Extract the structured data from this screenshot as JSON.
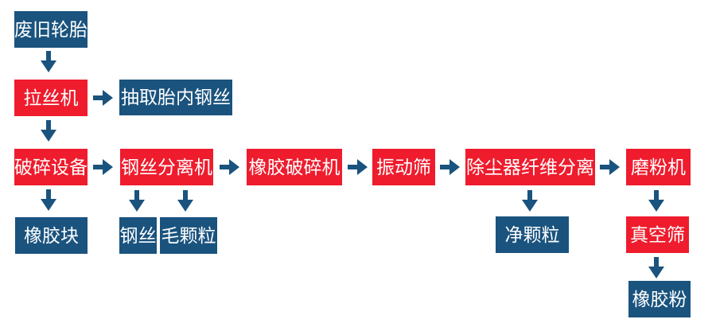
{
  "colors": {
    "process_box": "#ee1c2d",
    "material_box": "#1a537e",
    "arrow": "#1a537e",
    "text": "#ffffff",
    "background": "#ffffff"
  },
  "icons": {
    "arrow_down": "arrow-down-icon",
    "arrow_right": "arrow-right-icon"
  },
  "nodes": [
    {
      "label": "废旧轮胎",
      "type": "material"
    },
    {
      "label": "拉丝机",
      "type": "process"
    },
    {
      "label": "抽取胎内钢丝",
      "type": "material"
    },
    {
      "label": "破碎设备",
      "type": "process"
    },
    {
      "label": "钢丝分离机",
      "type": "process"
    },
    {
      "label": "橡胶破碎机",
      "type": "process"
    },
    {
      "label": "振动筛",
      "type": "process"
    },
    {
      "label": "除尘器纤维分离",
      "type": "process"
    },
    {
      "label": "磨粉机",
      "type": "process"
    },
    {
      "label": "橡胶块",
      "type": "material"
    },
    {
      "label": "钢丝",
      "type": "material"
    },
    {
      "label": "毛颗粒",
      "type": "material"
    },
    {
      "label": "净颗粒",
      "type": "material"
    },
    {
      "label": "真空筛",
      "type": "process"
    },
    {
      "label": "橡胶粉",
      "type": "material"
    }
  ],
  "flow_edges": [
    "废旧轮胎→拉丝机",
    "拉丝机→抽取胎内钢丝",
    "拉丝机→破碎设备",
    "破碎设备→钢丝分离机",
    "破碎设备→橡胶块",
    "钢丝分离机→橡胶破碎机",
    "钢丝分离机→钢丝",
    "钢丝分离机→毛颗粒",
    "橡胶破碎机→振动筛",
    "振动筛→除尘器纤维分离",
    "除尘器纤维分离→磨粉机",
    "除尘器纤维分离→净颗粒",
    "磨粉机→真空筛",
    "真空筛→橡胶粉"
  ]
}
